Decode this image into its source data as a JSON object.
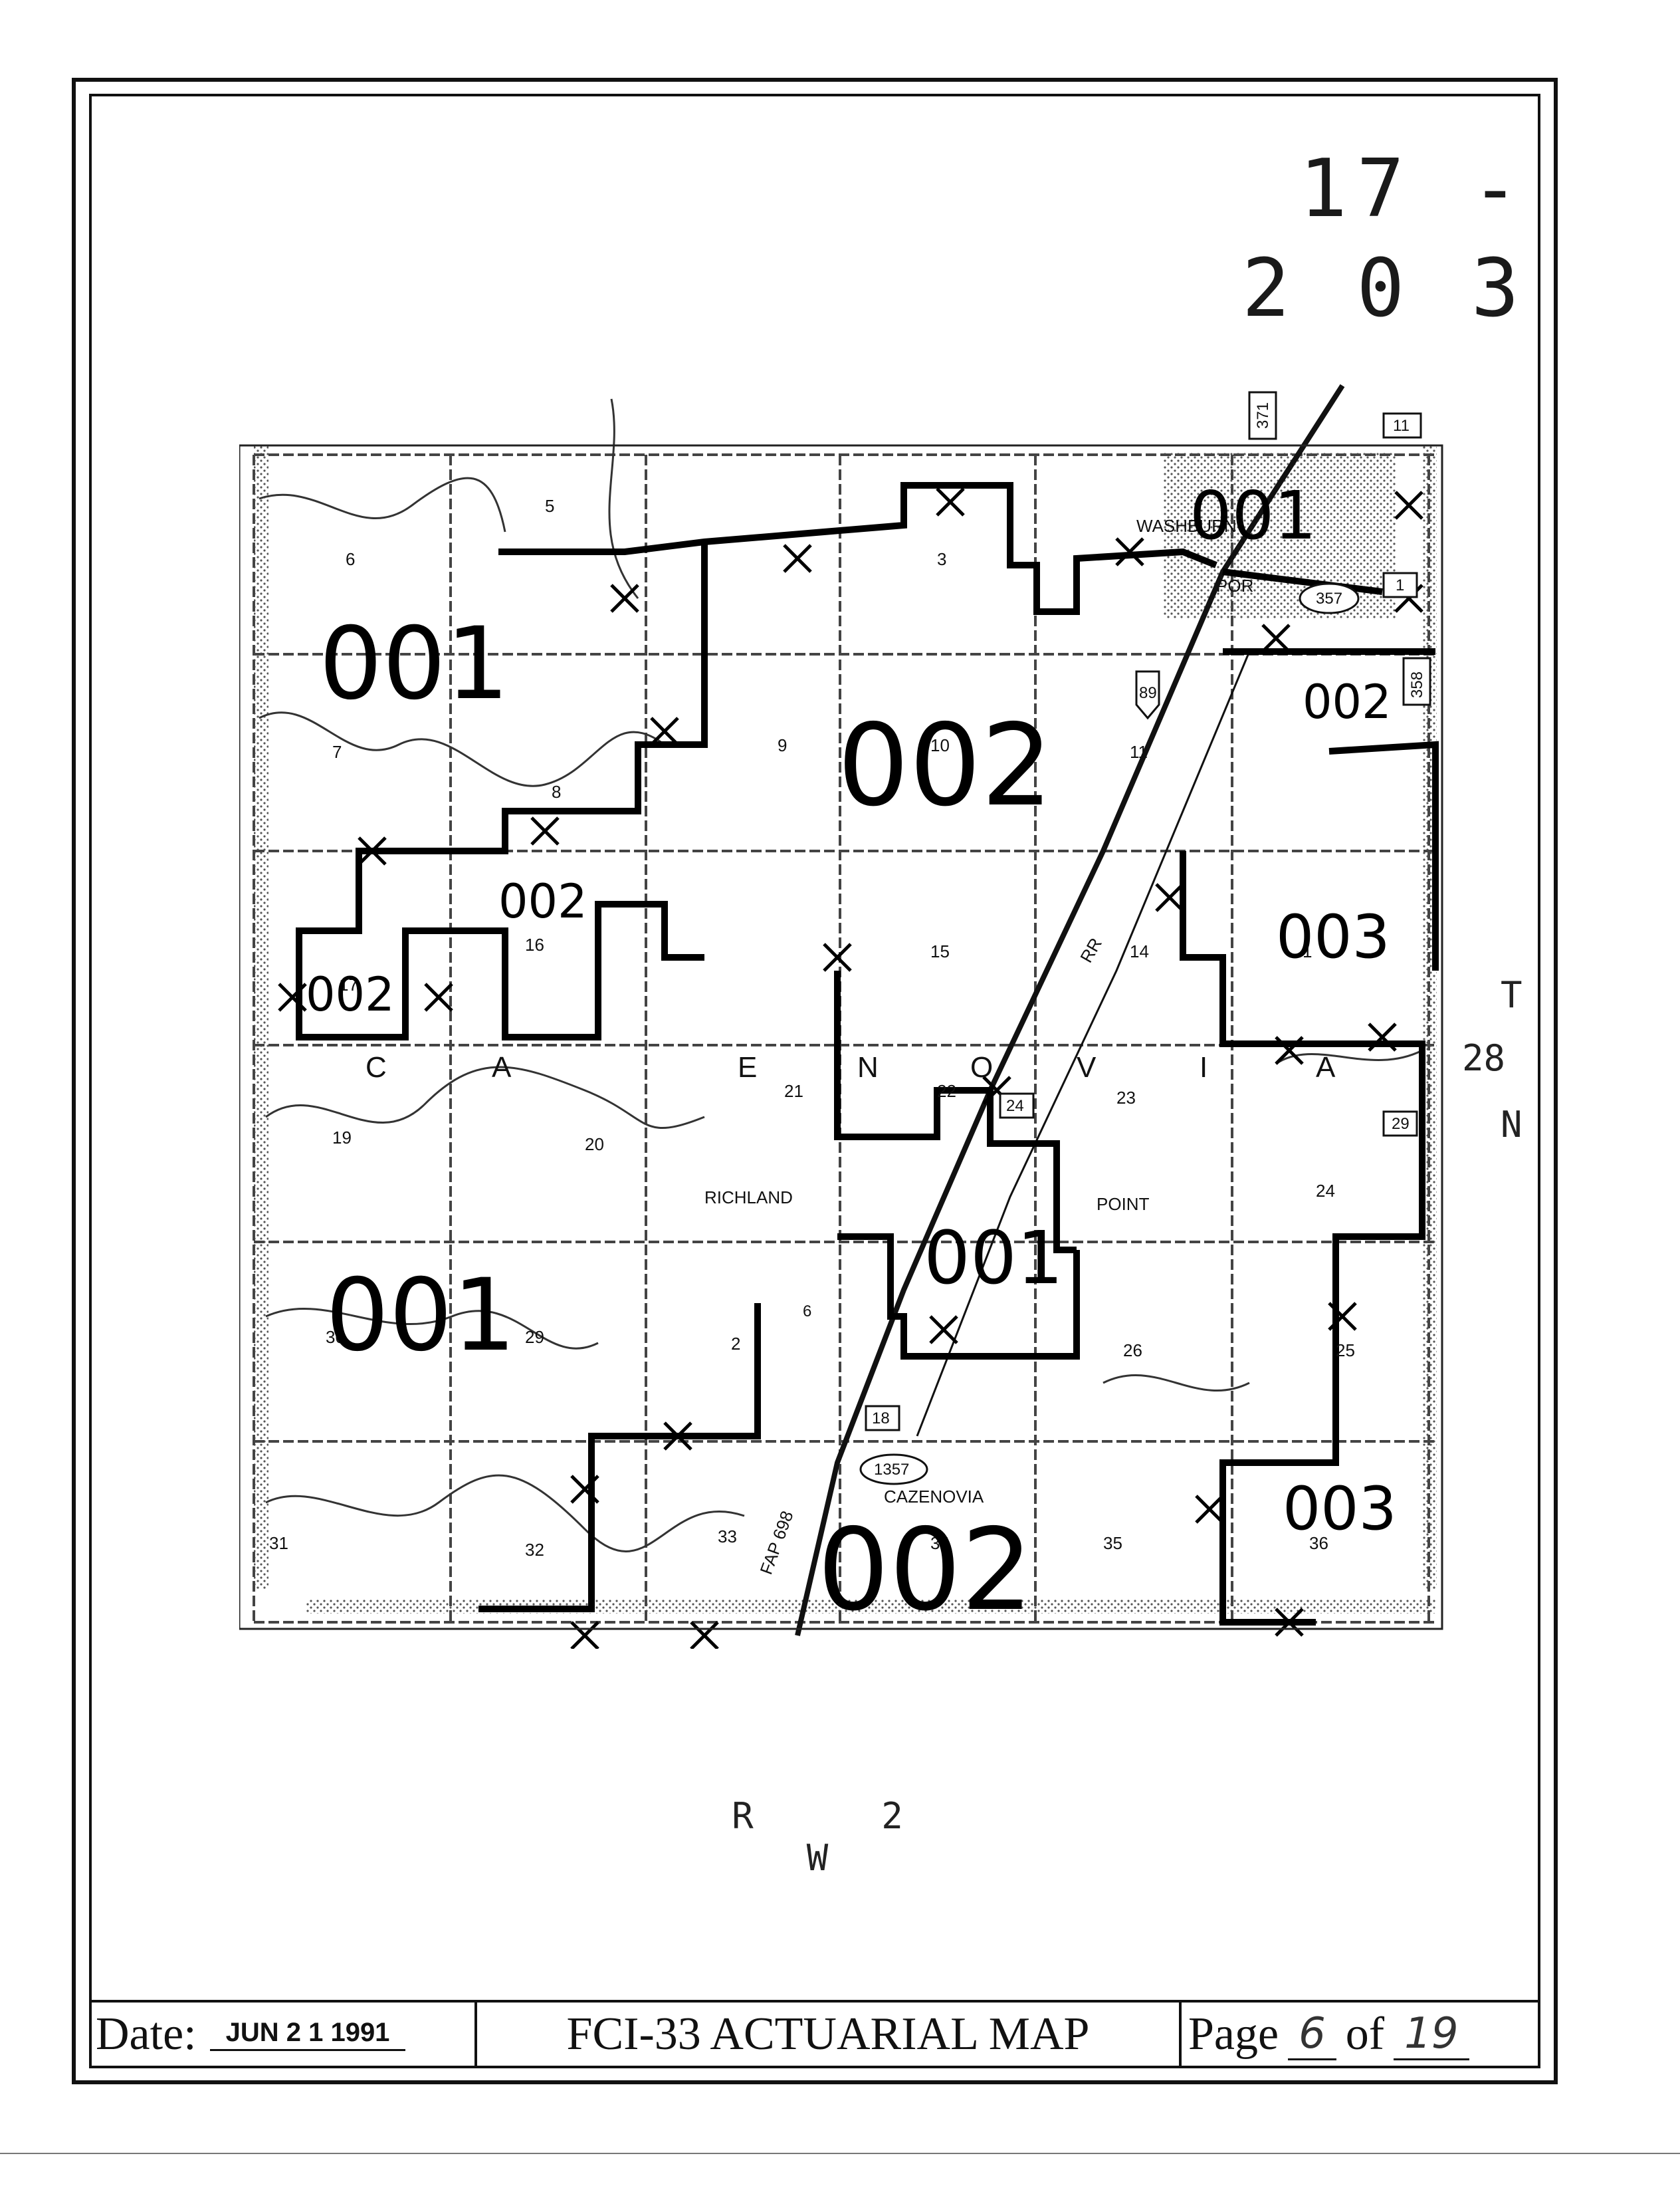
{
  "document": {
    "number": "17 - 2 0 3"
  },
  "township_label": {
    "letters": [
      "T",
      "28",
      "N"
    ]
  },
  "range_label": "R 2 W",
  "footer": {
    "date_label": "Date:",
    "date_value": "JUN 2 1 1991",
    "title": "FCI-33 ACTUARIAL MAP",
    "page_label": "Page",
    "page_number": "6",
    "of_label": "of",
    "page_total": "19"
  },
  "map": {
    "section_numbers": [
      "5",
      "3",
      "6",
      "7",
      "8",
      "9",
      "10",
      "11",
      "1",
      "15",
      "14",
      "21",
      "23",
      "19",
      "20",
      "24",
      "29",
      "26",
      "31",
      "32",
      "33",
      "35",
      "36",
      "2",
      "30",
      "25",
      "17",
      "34",
      "22",
      "16"
    ],
    "place_names": [
      "WASHBURN",
      "POR",
      "RICHLAND",
      "CAZENOVIA",
      "POINT",
      "RR",
      "FAP 698"
    ],
    "township_letters": [
      "C",
      "A",
      "E",
      "N",
      "O",
      "V",
      "I",
      "A"
    ],
    "route_shields": [
      "371",
      "11",
      "357",
      "1",
      "89",
      "24",
      "18",
      "1357",
      "358",
      "29",
      "6"
    ],
    "zones": [
      "001",
      "002",
      "001",
      "002",
      "003",
      "002",
      "002",
      "001",
      "001",
      "002",
      "003",
      "002"
    ]
  }
}
